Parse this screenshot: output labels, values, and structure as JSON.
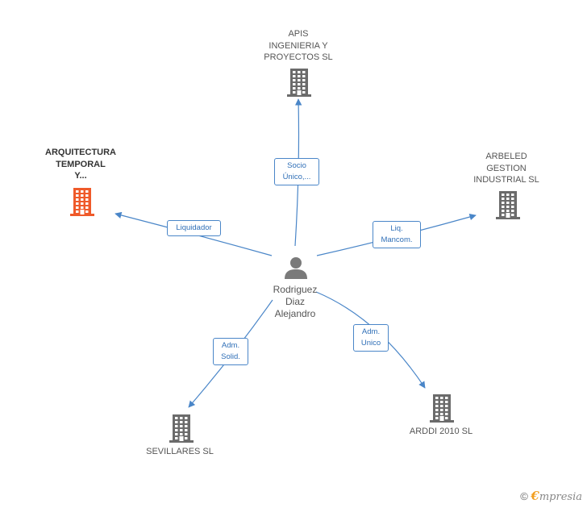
{
  "colors": {
    "edge": "#4a86c8",
    "building": "#6b6b6b",
    "building_main": "#ef5a2a",
    "person": "#7a7a7a"
  },
  "center": {
    "label_lines": [
      "Rodriguez",
      "Diaz",
      "Alejandro"
    ],
    "icon": "person-icon"
  },
  "nodes": [
    {
      "id": "apis",
      "label_lines": [
        "APIS",
        "INGENIERIA Y",
        "PROYECTOS SL"
      ],
      "icon": "building-icon"
    },
    {
      "id": "arquitectura",
      "label_lines": [
        "ARQUITECTURA",
        "TEMPORAL",
        "Y..."
      ],
      "icon": "building-icon",
      "highlight": true
    },
    {
      "id": "arbeled",
      "label_lines": [
        "ARBELED",
        "GESTION",
        "INDUSTRIAL SL"
      ],
      "icon": "building-icon"
    },
    {
      "id": "sevillares",
      "label_lines": [
        "SEVILLARES SL"
      ],
      "icon": "building-icon"
    },
    {
      "id": "arddi",
      "label_lines": [
        "ARDDI 2010 SL"
      ],
      "icon": "building-icon"
    }
  ],
  "edges": [
    {
      "to": "apis",
      "label_lines": [
        "Socio",
        "Único,..."
      ]
    },
    {
      "to": "arquitectura",
      "label_lines": [
        "Liquidador"
      ]
    },
    {
      "to": "arbeled",
      "label_lines": [
        "Liq.",
        "Mancom."
      ]
    },
    {
      "to": "sevillares",
      "label_lines": [
        "Adm.",
        "Solid."
      ]
    },
    {
      "to": "arddi",
      "label_lines": [
        "Adm.",
        "Unico"
      ]
    }
  ],
  "watermark": {
    "copyright": "©",
    "brand_initial": "€",
    "brand_rest": "mpresia"
  }
}
